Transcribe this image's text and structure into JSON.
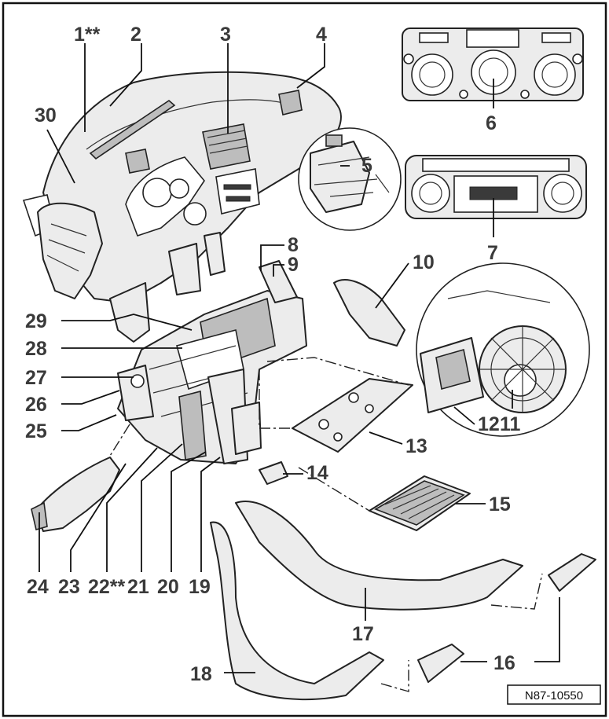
{
  "figure": {
    "reference_code": "N87-10550",
    "callouts": [
      {
        "id": "c1",
        "label": "1**"
      },
      {
        "id": "c2",
        "label": "2"
      },
      {
        "id": "c3",
        "label": "3"
      },
      {
        "id": "c4",
        "label": "4"
      },
      {
        "id": "c5",
        "label": "5"
      },
      {
        "id": "c6",
        "label": "6"
      },
      {
        "id": "c7",
        "label": "7"
      },
      {
        "id": "c8",
        "label": "8"
      },
      {
        "id": "c9",
        "label": "9"
      },
      {
        "id": "c10",
        "label": "10"
      },
      {
        "id": "c11",
        "label": "11"
      },
      {
        "id": "c12",
        "label": "12"
      },
      {
        "id": "c13",
        "label": "13"
      },
      {
        "id": "c14",
        "label": "14"
      },
      {
        "id": "c15",
        "label": "15"
      },
      {
        "id": "c16",
        "label": "16"
      },
      {
        "id": "c17",
        "label": "17"
      },
      {
        "id": "c18",
        "label": "18"
      },
      {
        "id": "c19",
        "label": "19"
      },
      {
        "id": "c20",
        "label": "20"
      },
      {
        "id": "c21",
        "label": "21"
      },
      {
        "id": "c22",
        "label": "22**"
      },
      {
        "id": "c23",
        "label": "23"
      },
      {
        "id": "c24",
        "label": "24"
      },
      {
        "id": "c25",
        "label": "25"
      },
      {
        "id": "c26",
        "label": "26"
      },
      {
        "id": "c27",
        "label": "27"
      },
      {
        "id": "c28",
        "label": "28"
      },
      {
        "id": "c29",
        "label": "29"
      },
      {
        "id": "c30",
        "label": "30"
      }
    ]
  }
}
